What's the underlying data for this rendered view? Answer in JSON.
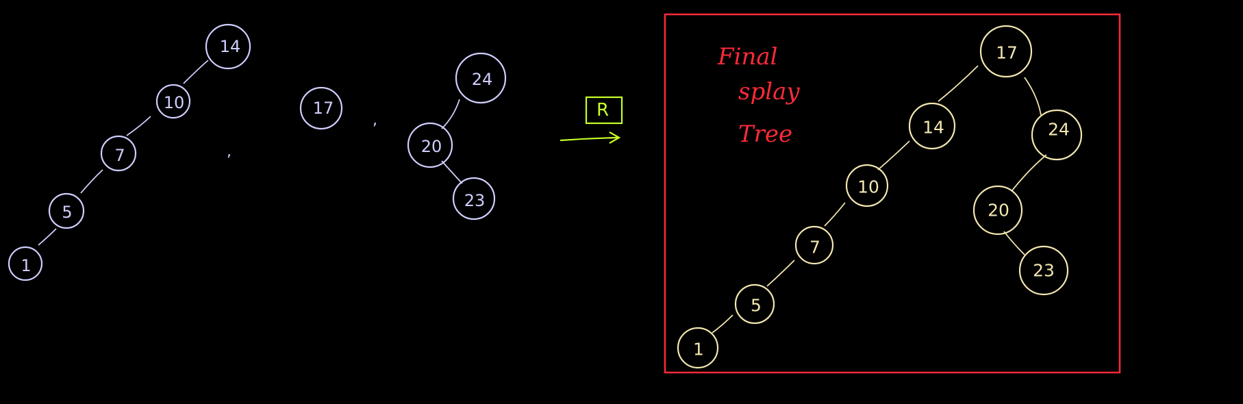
{
  "left_group": {
    "chain_nodes": [
      "14",
      "10",
      "7",
      "5",
      "1"
    ],
    "separator_1": ",",
    "single_node": "17",
    "separator_2": ",",
    "right_subtree_nodes": [
      "24",
      "20",
      "23"
    ]
  },
  "operation": {
    "label": "R"
  },
  "result": {
    "title_lines": [
      "Final",
      "splay",
      "Tree"
    ],
    "nodes": [
      "17",
      "14",
      "10",
      "7",
      "5",
      "1",
      "24",
      "20",
      "23"
    ]
  },
  "colors": {
    "background": "#000000",
    "input_tree": "#cfcfff",
    "result_tree": "#f3e7b0",
    "box_and_title": "#ff2a3a",
    "rotation": "#c8ff2a"
  }
}
